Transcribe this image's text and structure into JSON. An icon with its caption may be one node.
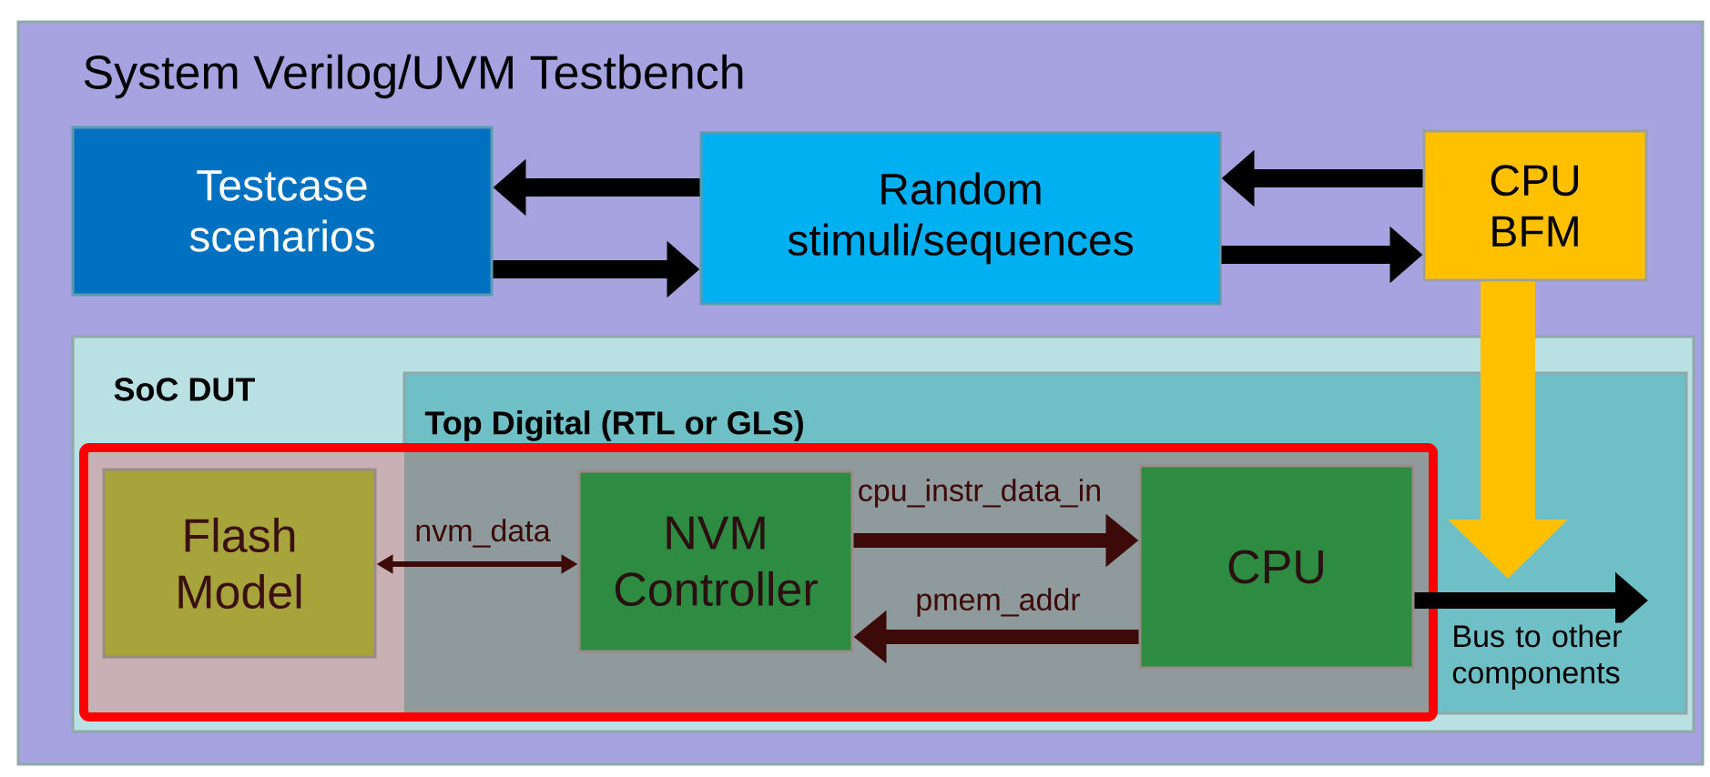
{
  "diagram": {
    "nodes": [
      {
        "text": [
          "System Verilog/UVM Testbench"
        ]
      },
      {
        "text": [
          "Testcase scenarios"
        ],
        "in": 0
      },
      {
        "text": [
          "Random stimuli/sequences"
        ],
        "in": 0
      },
      {
        "text": [
          "CPU BFM"
        ],
        "in": 0
      },
      {
        "text": [
          "SoC DUT"
        ],
        "in": 0
      },
      {
        "text": [
          "Top Digital (RTL or GLS)"
        ],
        "in": 4
      },
      {
        "text": [
          "Flash Model"
        ],
        "in": 4
      },
      {
        "text": [
          "NVM Controller"
        ],
        "in": 5
      },
      {
        "text": [
          "CPU"
        ],
        "in": 5
      }
    ],
    "edges": [
      {
        "from": 2,
        "to": 1,
        "arrow": "to"
      },
      {
        "from": 1,
        "to": 2,
        "arrow": "to"
      },
      {
        "from": 3,
        "to": 2,
        "arrow": "to"
      },
      {
        "from": 2,
        "to": 3,
        "arrow": "to"
      },
      {
        "from": 6,
        "to": 7,
        "arrow": "both",
        "label": "nvm_data",
        "color": "#3d0a0a"
      },
      {
        "from": 7,
        "to": 8,
        "arrow": "to",
        "label": "cpu_instr_data_in",
        "color": "#3d0a0a"
      },
      {
        "from": 8,
        "to": 7,
        "arrow": "to",
        "label": "pmem_addr",
        "color": "#3d0a0a"
      },
      {
        "from": 8,
        "to": 5,
        "arrow": "to",
        "label": "Bus to other components"
      },
      {
        "from": 3,
        "to": null,
        "arrow": "to",
        "style": "thick",
        "color": "#ffc000"
      }
    ]
  }
}
